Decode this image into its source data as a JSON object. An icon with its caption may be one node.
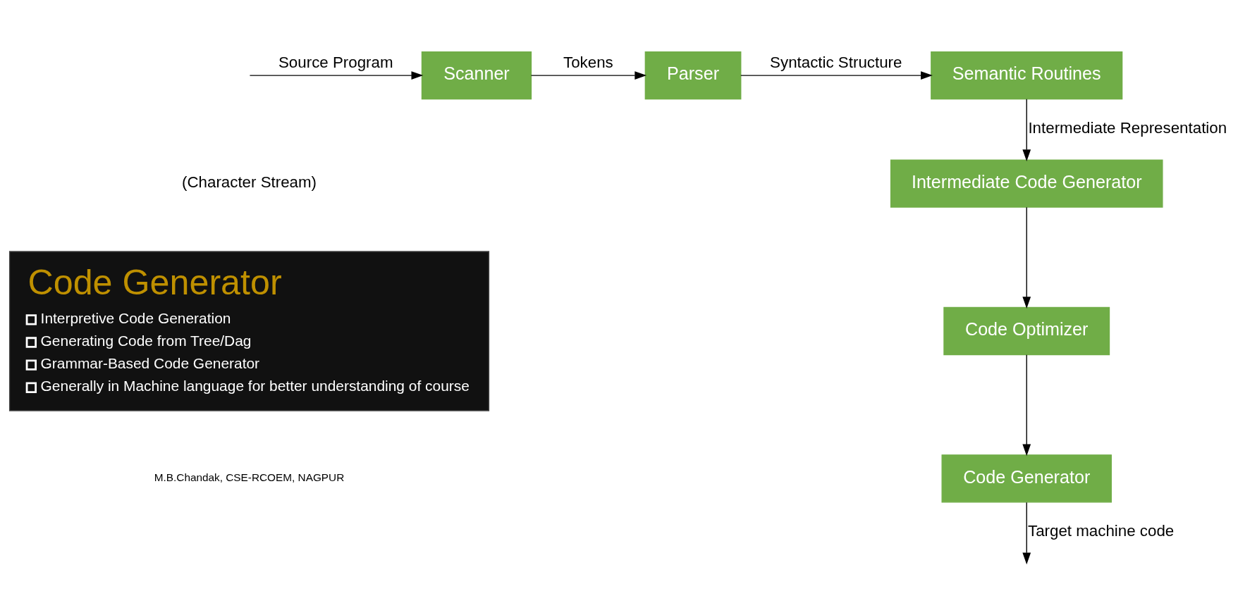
{
  "diagram": {
    "nodes": [
      {
        "text": [
          "Scanner"
        ]
      },
      {
        "text": [
          "Parser"
        ]
      },
      {
        "text": [
          "Semantic Routines"
        ]
      },
      {
        "text": [
          "Intermediate Code Generator"
        ]
      },
      {
        "text": [
          "Code Optimizer"
        ]
      },
      {
        "text": [
          "Code Generator"
        ]
      },
      {
        "text": [
          "Code Generator",
          "Interpretive Code Generation",
          "Generating Code from Tree/Dag",
          "Grammar-Based Code Generator",
          "Generally in Machine language for better understanding of course"
        ]
      }
    ],
    "edges": [
      {
        "from": null,
        "to": 0,
        "arrow": "to",
        "label": "Source Program"
      },
      {
        "from": 0,
        "to": 1,
        "arrow": "to",
        "label": "Tokens"
      },
      {
        "from": 1,
        "to": 2,
        "arrow": "to",
        "label": "Syntactic Structure"
      },
      {
        "from": 2,
        "to": 3,
        "arrow": "to",
        "label": "Intermediate Representation"
      },
      {
        "from": 3,
        "to": 4,
        "arrow": "to"
      },
      {
        "from": 4,
        "to": 5,
        "arrow": "to"
      },
      {
        "from": 5,
        "to": null,
        "arrow": "to",
        "label": "Target machine code"
      }
    ],
    "labels": [
      "(Character Stream)",
      "M.B.Chandak, CSE-RCOEM, NAGPUR"
    ]
  }
}
